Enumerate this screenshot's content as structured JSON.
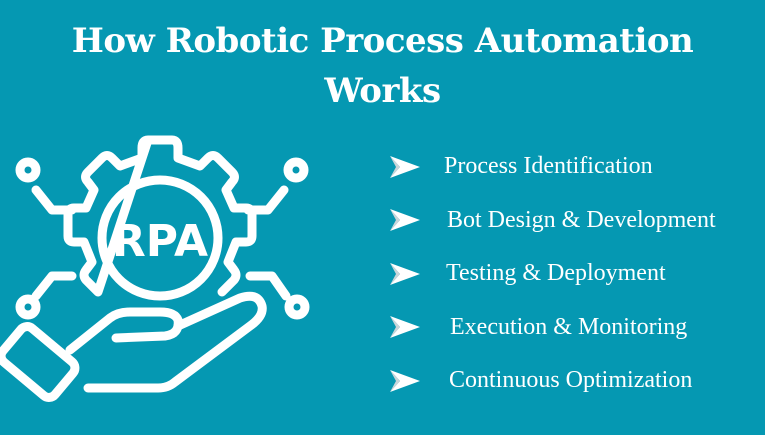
{
  "header": {
    "title_line1": "How Robotic Process Automation",
    "title_line2": "Works"
  },
  "graphic": {
    "icon": "rpa-gear-hand-icon",
    "badge_text": "RPA"
  },
  "steps": [
    {
      "icon": "chevron-right-icon",
      "label": "Process Identification"
    },
    {
      "icon": "chevron-right-icon",
      "label": "Bot Design & Development"
    },
    {
      "icon": "chevron-right-icon",
      "label": "Testing & Deployment"
    },
    {
      "icon": "chevron-right-icon",
      "label": "Execution & Monitoring"
    },
    {
      "icon": "chevron-right-icon",
      "label": "Continuous Optimization"
    }
  ],
  "colors": {
    "background": "#0598b2",
    "foreground": "#ffffff",
    "chevron_shade": "#c9d6da"
  }
}
